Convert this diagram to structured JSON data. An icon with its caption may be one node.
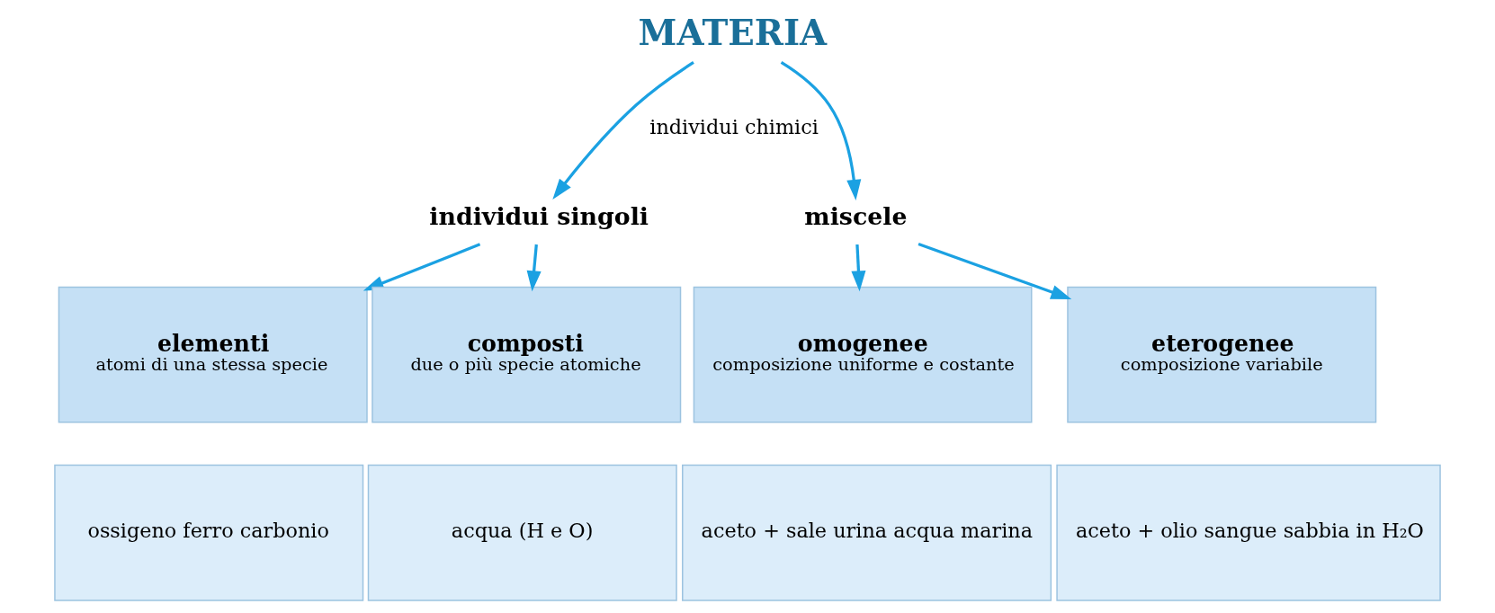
{
  "diagram": {
    "nodes": [
      {
        "text": [
          "MATERIA"
        ]
      },
      {
        "text": [
          "individui singoli"
        ]
      },
      {
        "text": [
          "miscele"
        ]
      },
      {
        "text": [
          "elementi",
          "atomi di una stessa specie"
        ]
      },
      {
        "text": [
          "composti",
          "due o più specie atomiche"
        ]
      },
      {
        "text": [
          "omogenee",
          "composizione uniforme e costante"
        ]
      },
      {
        "text": [
          "eterogenee",
          "composizione variabile"
        ]
      },
      {
        "text": [
          "ossigeno ferro carbonio"
        ]
      },
      {
        "text": [
          "acqua (H e O)"
        ]
      },
      {
        "text": [
          "aceto + sale urina acqua marina"
        ]
      },
      {
        "text": [
          "aceto + olio sangue sabbia in H₂O"
        ]
      }
    ],
    "edges": [
      {
        "from": 0,
        "to": 1,
        "arrow": "to"
      },
      {
        "from": 0,
        "to": 2,
        "arrow": "to"
      },
      {
        "from": 1,
        "to": 3,
        "arrow": "to"
      },
      {
        "from": 1,
        "to": 4,
        "arrow": "to"
      },
      {
        "from": 2,
        "to": 5,
        "arrow": "to"
      },
      {
        "from": 2,
        "to": 6,
        "arrow": "to"
      }
    ],
    "labels": [
      "individui chimici"
    ]
  }
}
